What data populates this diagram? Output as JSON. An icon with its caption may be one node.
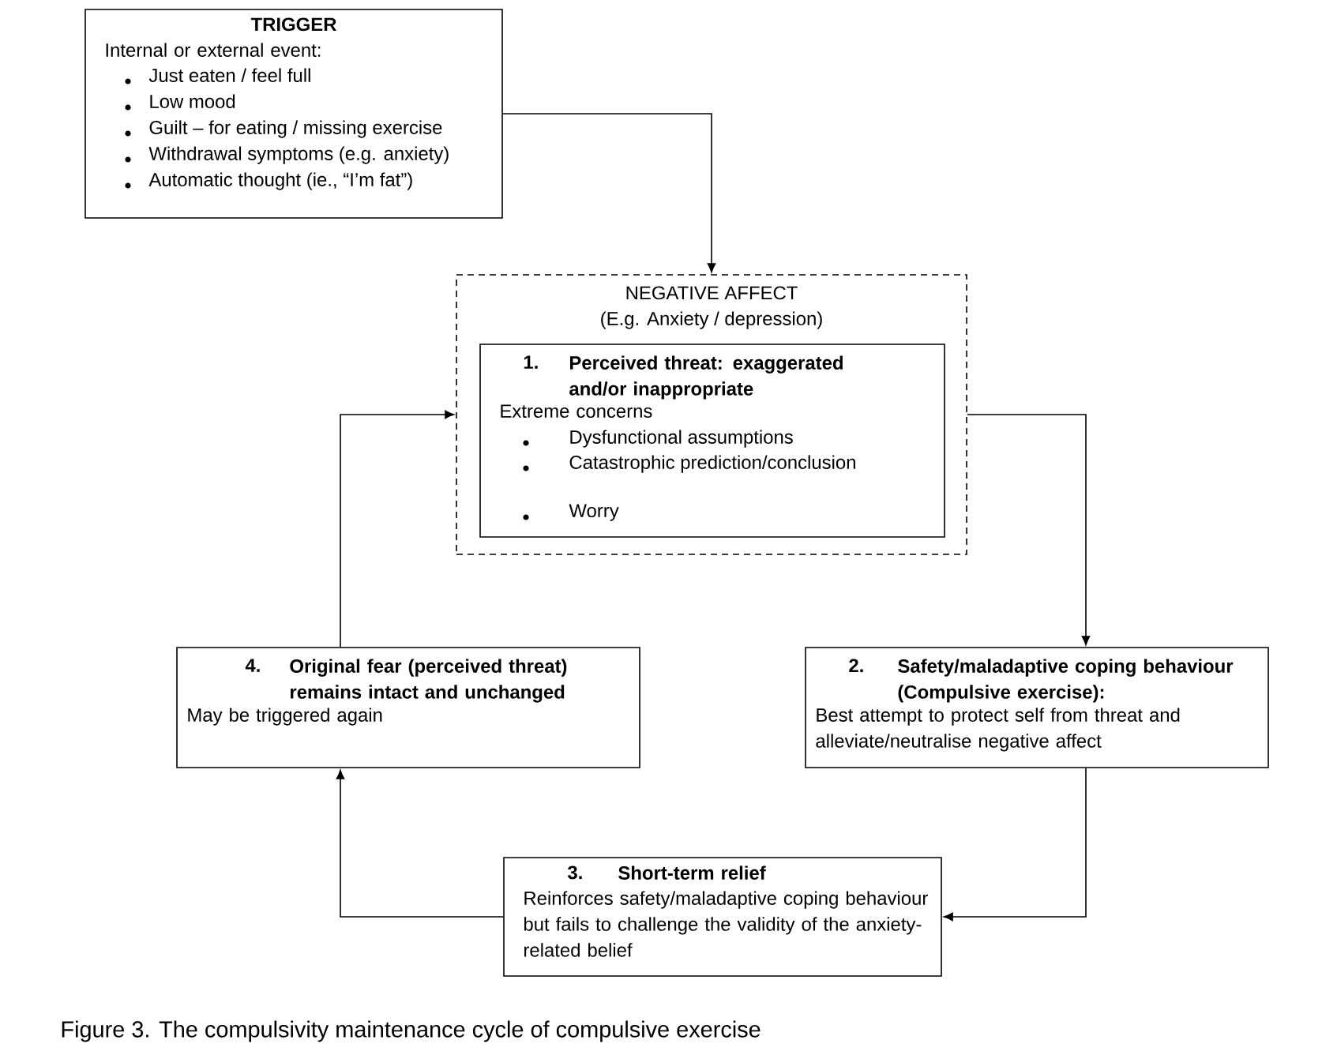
{
  "diagram": {
    "caption": "Figure 3. The compulsivity maintenance cycle of compulsive exercise",
    "nodes": [
      {
        "text": [
          "TRIGGER",
          "Internal or external event:",
          "Just eaten / feel full",
          "Low mood",
          "Guilt – for eating / missing exercise",
          "Withdrawal symptoms (e.g. anxiety)",
          "Automatic thought (ie., “I’m fat”)"
        ]
      },
      {
        "text": [
          "NEGATIVE AFFECT",
          "(E.g. Anxiety / depression)"
        ]
      },
      {
        "text": [
          "1.",
          "Perceived threat: exaggerated and/or inappropriate",
          "Extreme concerns",
          "Dysfunctional assumptions",
          "Catastrophic prediction/conclusion",
          "Worry"
        ],
        "in": 1
      },
      {
        "text": [
          "2.",
          "Safety/maladaptive coping behaviour (Compulsive exercise):",
          "Best attempt to protect self from threat and alleviate/neutralise negative affect"
        ]
      },
      {
        "text": [
          "3.",
          "Short-term relief",
          "Reinforces safety/maladaptive coping behaviour but fails to challenge the validity of the anxiety-related belief"
        ]
      },
      {
        "text": [
          "4.",
          "Original fear (perceived threat) remains intact and unchanged",
          "May be triggered again"
        ]
      }
    ],
    "edges": [
      {
        "from": 0,
        "to": 1,
        "arrow": "to"
      },
      {
        "from": 1,
        "to": 3,
        "arrow": "to"
      },
      {
        "from": 3,
        "to": 4,
        "arrow": "to"
      },
      {
        "from": 4,
        "to": 5,
        "arrow": "to"
      },
      {
        "from": 5,
        "to": 1,
        "arrow": "to"
      }
    ]
  }
}
